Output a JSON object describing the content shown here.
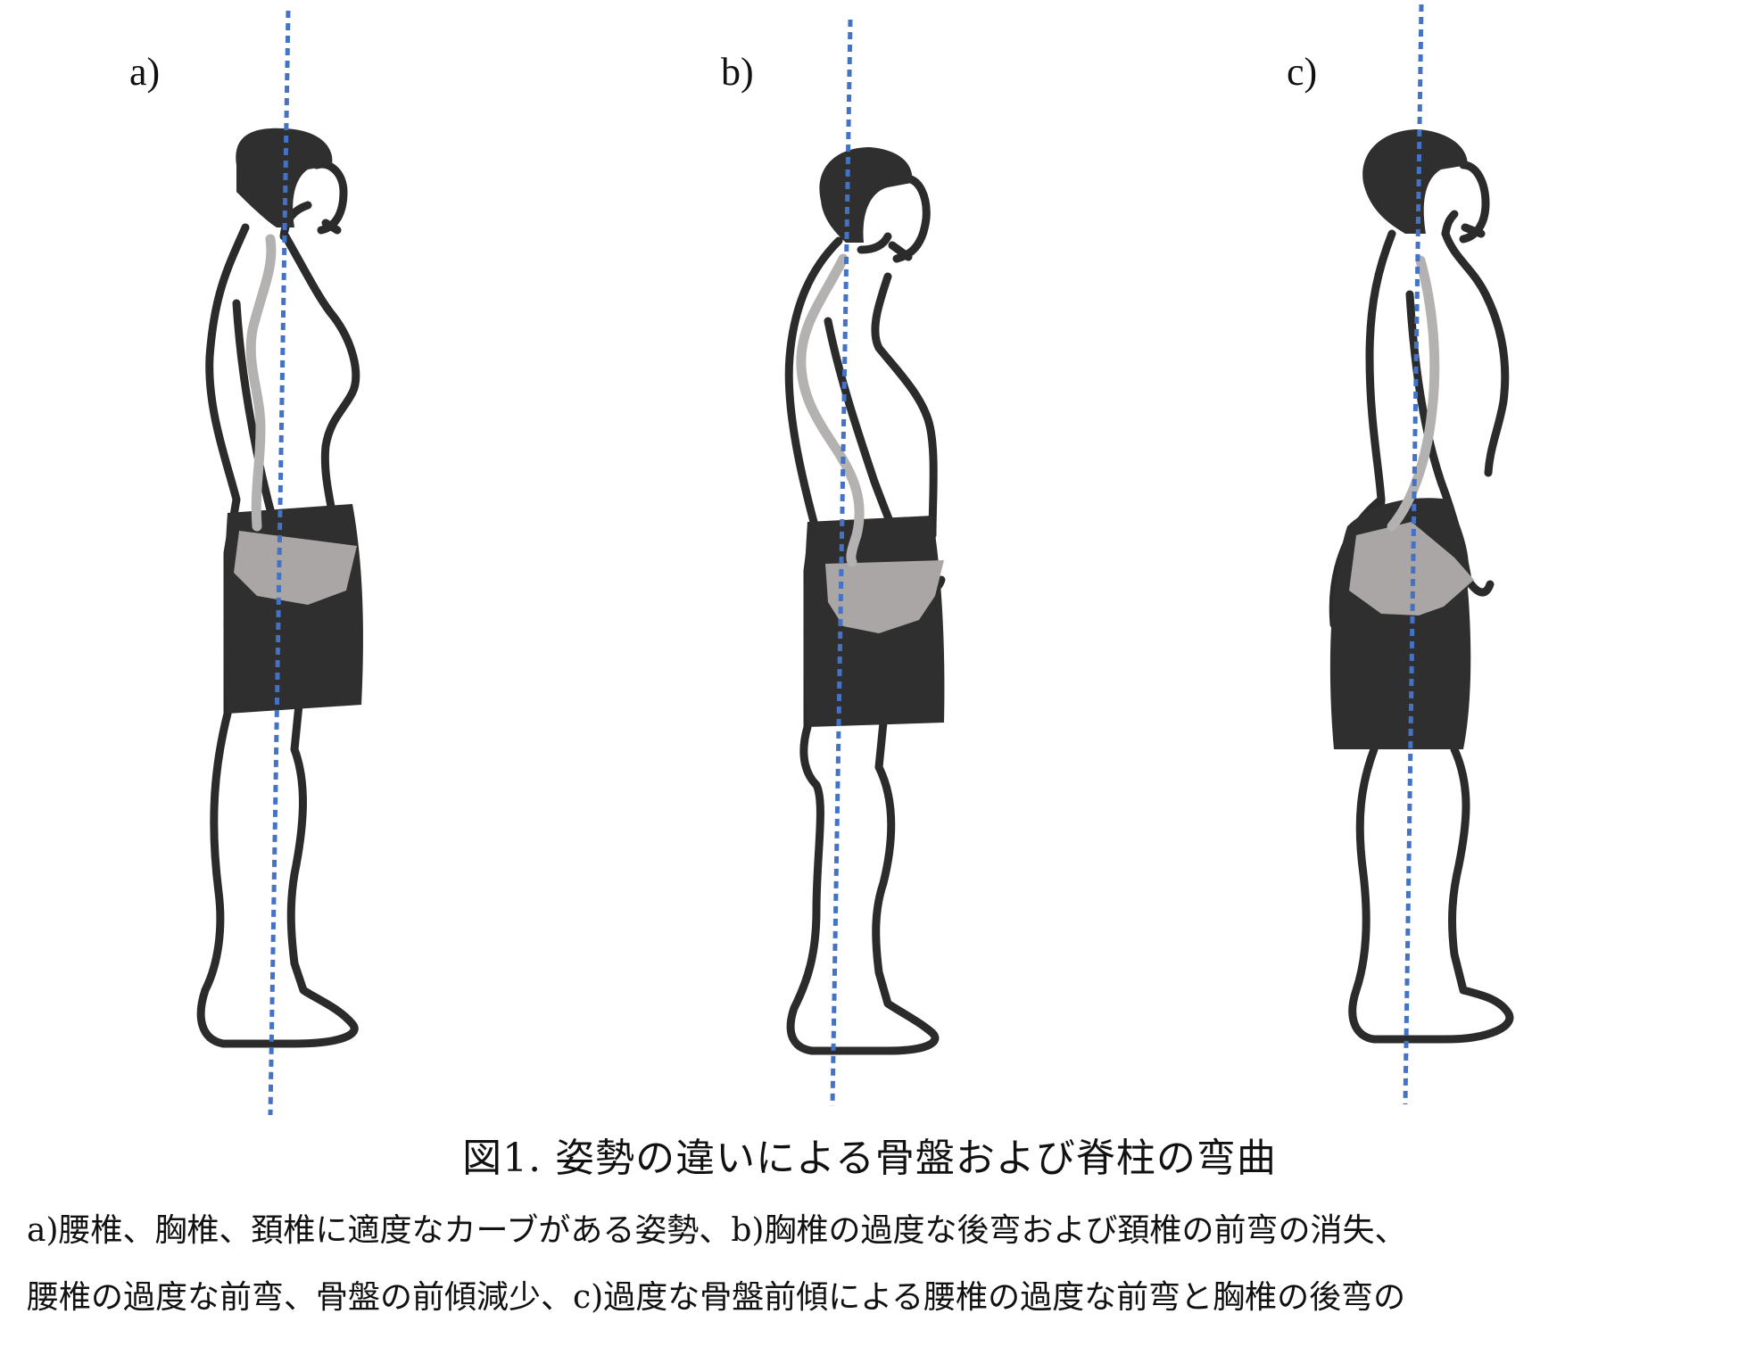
{
  "panels": [
    {
      "label": "a)"
    },
    {
      "label": "b)"
    },
    {
      "label": "c)"
    }
  ],
  "caption": {
    "title": "図1.  姿勢の違いによる骨盤および脊柱の弯曲",
    "line1": "a)腰椎、胸椎、頚椎に適度なカーブがある姿勢、b)胸椎の過度な後弯および頚椎の前弯の消失、",
    "line2": "腰椎の過度な前弯、骨盤の前傾減少、c)過度な骨盤前傾による腰椎の過度な前弯と胸椎の後弯の"
  },
  "colors": {
    "outline": "#2b2b2b",
    "shorts": "#2f2f2f",
    "spine": "#b4b1b1",
    "pelvis": "#aaa6a6",
    "plumb_line": "#4472c4"
  }
}
